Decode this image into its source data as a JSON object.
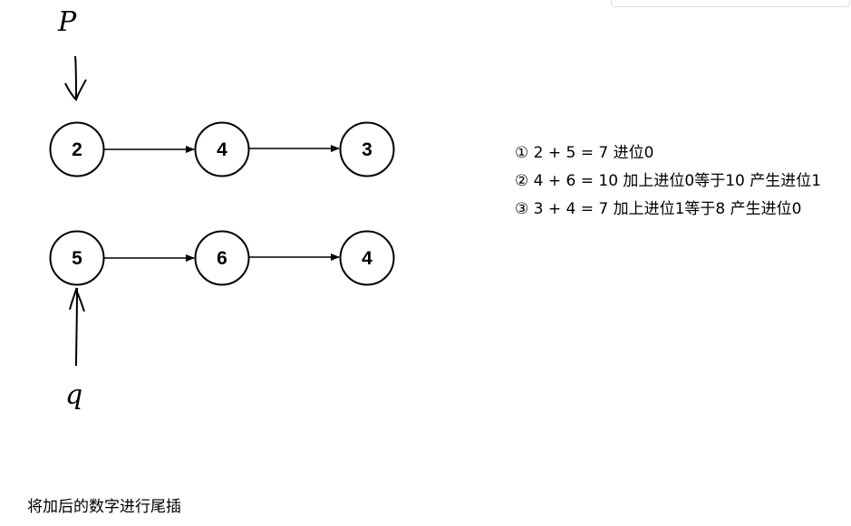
{
  "pointers": {
    "p": "P",
    "q": "q"
  },
  "list1": [
    "2",
    "4",
    "3"
  ],
  "list2": [
    "5",
    "6",
    "4"
  ],
  "steps": [
    "① 2 + 5 = 7    进位0",
    "② 4 + 6 = 10 加上进位0等于10  产生进位1",
    "③ 3 + 4 = 7 加上进位1等于8 产生进位0"
  ],
  "caption": "将加后的数字进行尾插"
}
